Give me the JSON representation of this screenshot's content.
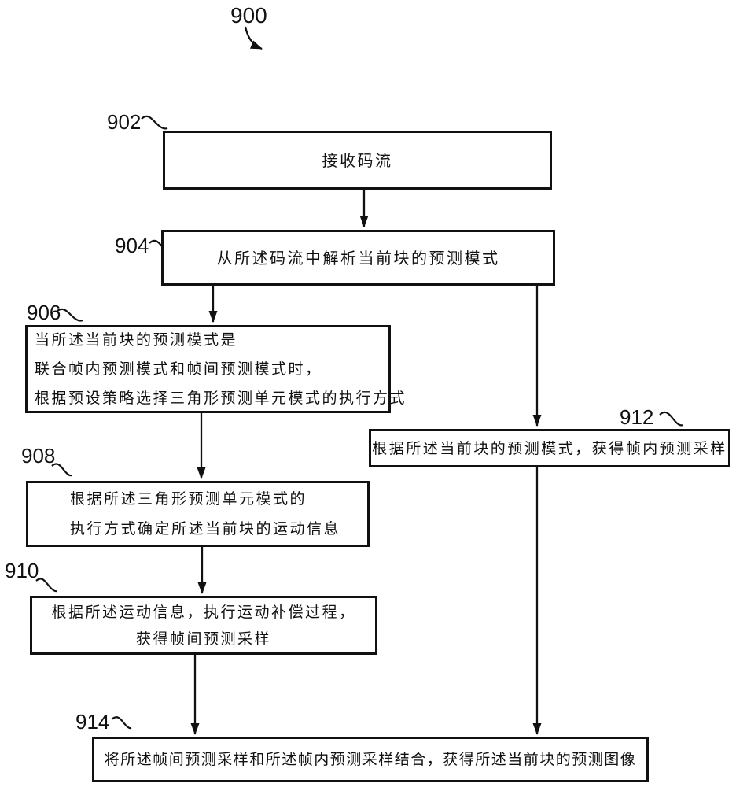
{
  "figure": {
    "ref": "900"
  },
  "steps": {
    "s902": {
      "ref": "902",
      "text": "接收码流"
    },
    "s904": {
      "ref": "904",
      "text": "从所述码流中解析当前块的预测模式"
    },
    "s906": {
      "ref": "906",
      "lines": [
        "当所述当前块的预测模式是",
        "联合帧内预测模式和帧间预测模式时，",
        "根据预设策略选择三角形预测单元模式的执行方式"
      ]
    },
    "s908": {
      "ref": "908",
      "lines": [
        "根据所述三角形预测单元模式的",
        "执行方式确定所述当前块的运动信息"
      ]
    },
    "s910": {
      "ref": "910",
      "lines": [
        "根据所述运动信息，执行运动补偿过程，",
        "获得帧间预测采样"
      ]
    },
    "s912": {
      "ref": "912",
      "text": "根据所述当前块的预测模式，获得帧内预测采样"
    },
    "s914": {
      "ref": "914",
      "text": "将所述帧间预测采样和所述帧内预测采样结合，获得所述当前块的预测图像"
    }
  },
  "colors": {
    "ink": "#111111",
    "background": "#ffffff"
  }
}
